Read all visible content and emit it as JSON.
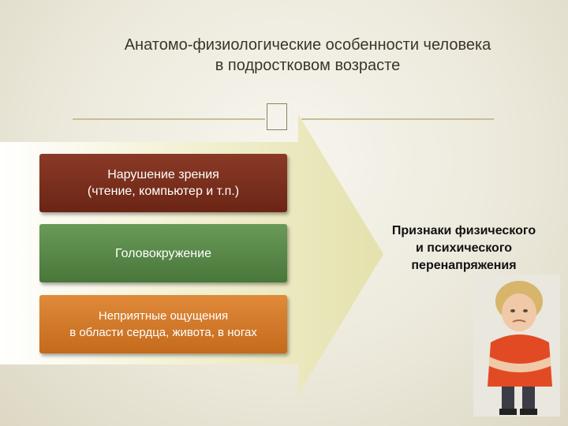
{
  "slide": {
    "title_line1": "Анатомо-физиологические особенности человека",
    "title_line2": "в подростковом возрасте",
    "divider_icon": "square-glyph-icon"
  },
  "diagram": {
    "items": [
      {
        "label": "Нарушение зрения\n(чтение, компьютер и т.п.)",
        "color": "#7a2f1c"
      },
      {
        "label": "Головокружение",
        "color": "#5a8a48"
      },
      {
        "label": "Неприятные ощущения\nв области сердца, живота, в ногах",
        "color": "#d17a2a"
      }
    ],
    "result_label": "Признаки физического\nи психического\nперенапряжения",
    "arrow_color": "#e8e6b8"
  },
  "image": {
    "subject": "teenage-boy-photo"
  }
}
